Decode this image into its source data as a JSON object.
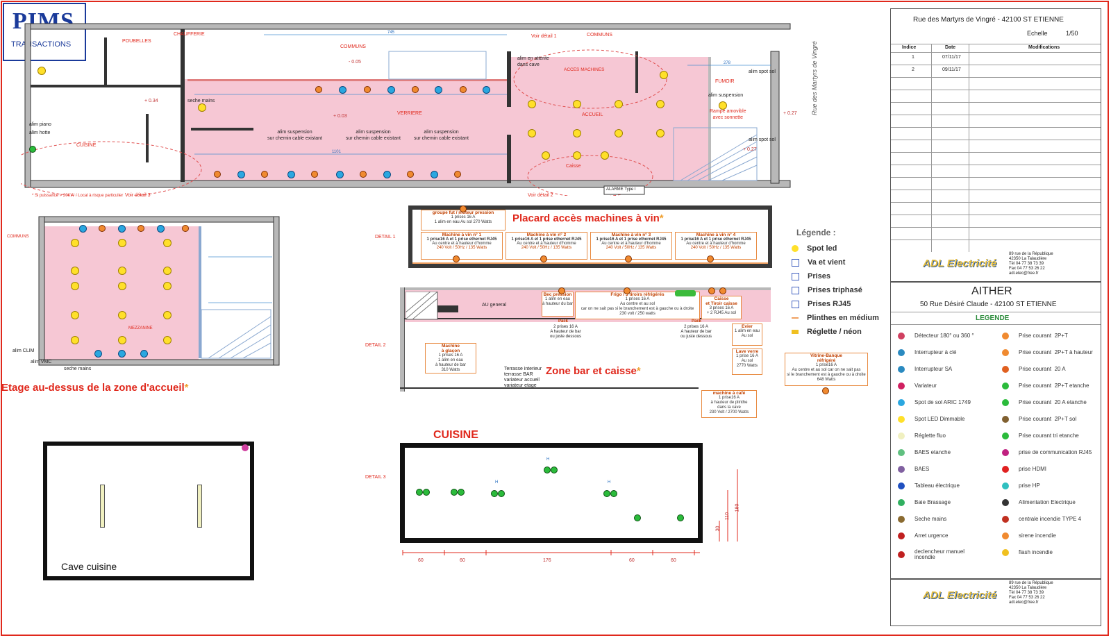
{
  "logo": {
    "line1": "PIMS",
    "line2": "TRANSACTIONS"
  },
  "plan_labels": {
    "chaufferie": "CHAUFFERIE",
    "poubelles": "POUBELLES",
    "communs_top": "COMMUNS",
    "communs_mid": "COMMUNS",
    "voir_detail_1": "Voir détail 1",
    "voir_detail_2": "Voir détail 2",
    "voir_detail_3": "Voir détail 3",
    "alim_attente": "alim en attente\ndans cave",
    "acces_machines": "ACCES MACHINES",
    "fumoir": "FUMOIR",
    "alim_suspension_fumoir": "alim suspension",
    "rampe": "Rampe amovible\navec sonnette",
    "alim_spot_sol_1": "alim spot sol",
    "alim_spot_sol_2": "alim spot sol",
    "verriere": "VERRIERE",
    "accueil": "ACCUEIL",
    "caisse": "Caisse",
    "alarme": "ALARME Type I",
    "seche_mains": "seche mains",
    "cuisine": "CUISINE",
    "alim_piano": "alim piano",
    "alim_hotte": "alim hotte",
    "alim_susp_1": "alim suspension\nsur chemin cable existant",
    "alim_susp_2": "alim suspension\nsur chemin cable existant",
    "alim_susp_3": "alim suspension\nsur chemin cable existant",
    "street": "Rue des Martyrs de Vingré",
    "level_1": "+ 0.34",
    "level_2": "+ 0.03",
    "level_3": "+ 0.27",
    "level_4": "+ 0.27",
    "level_5": "- 0.05",
    "footnote": "* Si puissance > 20KW / Local à risque particulier",
    "dim_745": "745",
    "dim_278": "278",
    "dim_1101": "1101"
  },
  "mezzanine": {
    "communs": "COMMUNS",
    "mezzanine": "MEZZANINE",
    "alim_clim": "alim CLIM",
    "alim_vmc": "alim VMC",
    "seche_mains": "seche mains",
    "title": "Etage au-dessus de la zone d'accueil",
    "star": "*"
  },
  "detail1": {
    "label": "DETAIL 1",
    "title": "Placard accès machines à vin",
    "star": "*",
    "groupe_title": "groupe fut / moteur pression",
    "groupe_lines": "1 prises 16 A\n1 alim en eau Au sol 270 Watts",
    "machines": [
      {
        "title": "Machine à vin n° 1",
        "line": "1 prise16 A et 1 prise ethernet RJ45",
        "sub": "Au centre et à hauteur d'homme",
        "watts": "240 Volt / 50Hz / 135 Watts"
      },
      {
        "title": "Machine à vin n° 2",
        "line": "1 prise16 A et 1 prise ethernet RJ45",
        "sub": "Au centre et à hauteur d'homme",
        "watts": "240 Volt / 50Hz / 135 Watts"
      },
      {
        "title": "Machine à vin n° 3",
        "line": "1 prise16 A et 1 prise ethernet RJ45",
        "sub": "Au centre et à hauteur d'homme",
        "watts": "240 Volt / 50Hz / 135 Watts"
      },
      {
        "title": "Machine à vin n° 4",
        "line": "1 prise16 A et 1 prise ethernet RJ45",
        "sub": "Au centre et à hauteur d'homme",
        "watts": "240 Volt / 50Hz / 135 Watts"
      }
    ]
  },
  "detail2": {
    "label": "DETAIL 2",
    "title": "Zone bar et caisse",
    "star": "*",
    "au_general": "AU general",
    "bec": {
      "title": "Bec pression",
      "lines": "1 alim en eau\nà hauteur du bar"
    },
    "frigo": {
      "title": "Frigo / 3 tiroirs réfrigérés",
      "lines": "1 prises 16 A\nAu centre et au sol\ncar on ne sait pas si le branchement est à gauche ou à droite\n230 volt / 250 watts"
    },
    "caisse": {
      "title": "Caisse\net Tiroir caisse",
      "lines": "3 prises 16 A\n+ 2 RJ45 Au sol"
    },
    "evier": {
      "title": "Evier",
      "lines": "1 alim en eau\nAu sol"
    },
    "lave_verre": {
      "title": "Lave verre",
      "lines": "1 prise 16 A\nAu sol\n2770 Watts"
    },
    "pack1": {
      "title": "Pack",
      "lines": "2 prises 16 A\nA hauteur de bar\nou juste dessous"
    },
    "pack2": {
      "title": "Pack",
      "lines": "2 prises 16 A\nA hauteur de bar\nou juste dessous"
    },
    "machine_glacon": {
      "title": "Machine\nà glaçon",
      "lines": "1 prises 16 A\n1 alim en eau\nà hauteur de bar\n310 Watts"
    },
    "terrasse": "Terrasse interieur\nterrasse BAR\nvariateur accueil\nvariateur etage",
    "vitrine": {
      "title": "Vitrine-Banque\nréfrigéré",
      "lines": "1 prise16 A\nAu centre et au sol car on ne sait pas\nsi le branchement est à gauche ou à droite\n648 Watts"
    },
    "machine_cafe": {
      "title": "machine à café",
      "lines": "1 prise16 A\nà hauteur de plinthe\ndans la cave\n230 Volt / 2700 Watts"
    }
  },
  "detail3": {
    "label": "DETAIL 3",
    "title": "CUISINE",
    "h_labels": [
      "H",
      "H",
      "H"
    ],
    "dims_bottom": [
      "60",
      "60",
      "176",
      "60",
      "60"
    ],
    "dims_side": [
      "30",
      "110",
      "180"
    ]
  },
  "cave": {
    "label": "Cave cuisine"
  },
  "legend_main": {
    "title": "Légende :",
    "items": [
      {
        "label": "Spot led",
        "icon": "spot-led-icon",
        "color": "#ffe02a"
      },
      {
        "label": "Va et vient",
        "icon": "va-et-vient-icon",
        "color": "#4060c0"
      },
      {
        "label": "Prises",
        "icon": "prises-icon",
        "color": "#4060c0"
      },
      {
        "label": "Prises triphasé",
        "icon": "prises-triphase-icon",
        "color": "#4060c0"
      },
      {
        "label": "Prises RJ45",
        "icon": "prises-rj45-icon",
        "color": "#4060c0"
      },
      {
        "label": "Plinthes en médium",
        "icon": "plinthe-icon",
        "color": "#f0a060"
      },
      {
        "label": "Réglette / néon",
        "icon": "reglette-icon",
        "color": "#f0c020"
      }
    ]
  },
  "titleblock": {
    "address_top": "Rue des Martyrs de Vingré  - 42100 ST ETIENNE",
    "echelle_label": "Echelle",
    "echelle_value": "1/50",
    "col_indice": "Indice",
    "col_date": "Date",
    "col_modifs": "Modifications",
    "revisions": [
      {
        "indice": "1",
        "date": "07/11/17"
      },
      {
        "indice": "2",
        "date": "09/11/17"
      }
    ],
    "company": "ADL Electricité",
    "company_addr": "89 rue de la République\n42350 La Talaudière\nTél 04 77 38 73 39\nFax 04 77 53 26 22\nadl.elec@free.fr",
    "client": "AITHER",
    "client_addr": "50 Rue Désiré Claude  - 42100 ST ETIENNE",
    "legende": "LEGENDE",
    "legend_left": [
      {
        "label": "Détecteur 180° ou 360 °",
        "icon": "detecteur-icon",
        "color": "#d04060"
      },
      {
        "label": "Interrupteur à clé",
        "icon": "interrupteur-cle-icon",
        "color": "#2a8ac0"
      },
      {
        "label": "Interrupteur SA",
        "icon": "interrupteur-sa-icon",
        "color": "#2a8ac0"
      },
      {
        "label": "Variateur",
        "icon": "variateur-icon",
        "color": "#d02060"
      },
      {
        "label": "Spot de sol ARIC 1749",
        "icon": "spot-sol-icon",
        "color": "#2aa7e0"
      },
      {
        "label": "Spot LED Dimmable",
        "icon": "spot-led-dimmable-icon",
        "color": "#ffe02a"
      },
      {
        "label": "Réglette fluo",
        "icon": "reglette-fluo-icon",
        "color": "#f0f0c0"
      },
      {
        "label": "BAES etanche",
        "icon": "baes-etanche-icon",
        "color": "#60c080"
      },
      {
        "label": "BAES",
        "icon": "baes-icon",
        "color": "#8060a0"
      },
      {
        "label": "Tableau électrique",
        "icon": "tableau-icon",
        "color": "#2050c0"
      },
      {
        "label": "Baie Brassage",
        "icon": "baie-icon",
        "color": "#30b060"
      },
      {
        "label": "Seche mains",
        "icon": "seche-mains-icon",
        "color": "#8a6a30"
      },
      {
        "label": "Arret urgence",
        "icon": "arret-urgence-icon",
        "color": "#c02020"
      },
      {
        "label": "declencheur manuel\nincendie",
        "icon": "declencheur-icon",
        "color": "#c02020"
      }
    ],
    "legend_right": [
      {
        "label": "Prise courant  2P+T",
        "icon": "prise-2pt-icon",
        "color": "#f08a30"
      },
      {
        "label": "Prise courant  2P+T à hauteur",
        "icon": "prise-2pt-h-icon",
        "color": "#f08a30"
      },
      {
        "label": "Prise courant  20 A",
        "icon": "prise-20a-icon",
        "color": "#e06020"
      },
      {
        "label": "Prise courant  2P+T etanche",
        "icon": "prise-etanche-icon",
        "color": "#2bbb3b"
      },
      {
        "label": "Prise courant  20 A etanche",
        "icon": "prise-20a-etanche-icon",
        "color": "#2bbb3b"
      },
      {
        "label": "Prise courant  2P+T sol",
        "icon": "prise-sol-icon",
        "color": "#806030"
      },
      {
        "label": "Prise courant tri etanche",
        "icon": "prise-tri-icon",
        "color": "#2bbb3b"
      },
      {
        "label": "prise de communication RJ45",
        "icon": "prise-rj45-icon",
        "color": "#c02080"
      },
      {
        "label": "prise HDMI",
        "icon": "prise-hdmi-icon",
        "color": "#e02020"
      },
      {
        "label": "prise HP",
        "icon": "prise-hp-icon",
        "color": "#30c0c0"
      },
      {
        "label": "Alimentation Electrique",
        "icon": "alimentation-icon",
        "color": "#333333"
      },
      {
        "label": "centrale incendie TYPE 4",
        "icon": "centrale-icon",
        "color": "#c03020"
      },
      {
        "label": "sirene incendie",
        "icon": "sirene-icon",
        "color": "#f08a30"
      },
      {
        "label": "flash incendie",
        "icon": "flash-icon",
        "color": "#f0c020"
      }
    ]
  }
}
